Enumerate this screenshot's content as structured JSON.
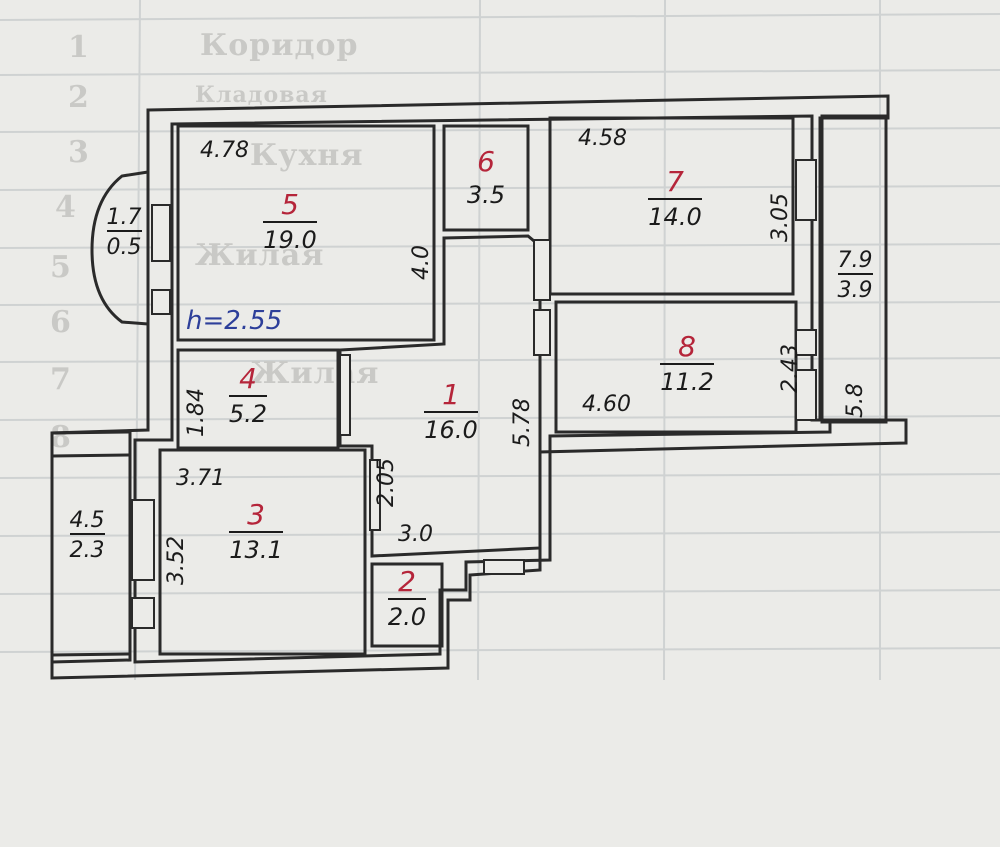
{
  "background_table": {
    "row_numbers": [
      "1",
      "2",
      "3",
      "4",
      "5",
      "6",
      "7",
      "8"
    ],
    "ghost_entries": [
      "Коридор",
      "Кладовая",
      "Кухня",
      "Жилая",
      "Жилая"
    ]
  },
  "plan": {
    "ceiling_height": "h=2.55",
    "rooms": [
      {
        "id": "room-1",
        "number": "1",
        "area": "16.0"
      },
      {
        "id": "room-2",
        "number": "2",
        "area": "2.0"
      },
      {
        "id": "room-3",
        "number": "3",
        "area": "13.1"
      },
      {
        "id": "room-4",
        "number": "4",
        "area": "5.2"
      },
      {
        "id": "room-5",
        "number": "5",
        "area": "19.0"
      },
      {
        "id": "room-6",
        "number": "6",
        "area": "3.5"
      },
      {
        "id": "room-7",
        "number": "7",
        "area": "14.0"
      },
      {
        "id": "room-8",
        "number": "8",
        "area": "11.2"
      }
    ],
    "balconies": [
      {
        "id": "balcony-left-top",
        "top": "1.7",
        "bottom": "0.5"
      },
      {
        "id": "balcony-left-bottom",
        "top": "4.5",
        "bottom": "2.3"
      },
      {
        "id": "balcony-right",
        "top": "7.9",
        "bottom": "3.9"
      }
    ],
    "dimensions": {
      "room5_width": "4.78",
      "room5_height": "4.0",
      "room7_width": "4.58",
      "room7_height": "3.05",
      "room8_width": "4.60",
      "room8_height": "2.43",
      "room4_height": "1.84",
      "room3_width": "3.71",
      "room3_height": "3.52",
      "corridor_length": "5.78",
      "corridor_height": "2.05",
      "corridor_width": "3.0",
      "balcony_right_length": "5.8"
    },
    "colors": {
      "wall": "#2a2a2a",
      "room_number": "#b5253a",
      "height_mark": "#2d3f9a"
    }
  }
}
